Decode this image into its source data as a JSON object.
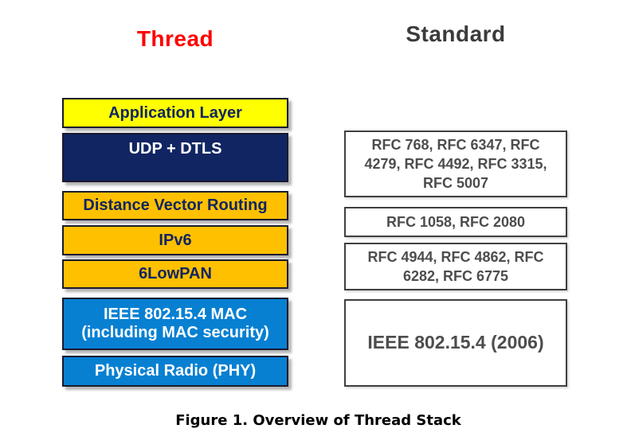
{
  "thread": {
    "title": "Thread",
    "layers": {
      "application": {
        "label": "Application Layer"
      },
      "udp_dtls": {
        "label": "UDP + DTLS"
      },
      "distance_vector_routing": {
        "label": "Distance Vector Routing"
      },
      "ipv6": {
        "label": "IPv6"
      },
      "sixlowpan": {
        "label": "6LowPAN"
      },
      "mac": {
        "line1": "IEEE 802.15.4 MAC",
        "line2": "(including MAC security)"
      },
      "phy": {
        "label": "Physical Radio (PHY)"
      }
    }
  },
  "standard": {
    "title": "Standard",
    "boxes": {
      "transport_rfcs": {
        "label": "RFC 768, RFC 6347, RFC 4279, RFC 4492, RFC 3315, RFC 5007"
      },
      "routing_rfcs": {
        "label": "RFC 1058, RFC 2080"
      },
      "sixlowpan_rfcs": {
        "label": "RFC 4944, RFC 4862, RFC 6282, RFC 6775"
      },
      "ieee": {
        "label": "IEEE 802.15.4 (2006)"
      }
    }
  },
  "caption": "Figure 1. Overview of Thread Stack",
  "colors": {
    "thread_title": "#FF0000",
    "standard_title": "#3B3B3B",
    "application_layer": "#FFFF00",
    "udp_dtls_layer": "#102562",
    "routing_layers": "#FFC000",
    "mac_phy_layers": "#0780D2",
    "layer_text_navy": "#102562",
    "standard_box_text": "#4D4D4D",
    "background": "#FFFFFF"
  }
}
